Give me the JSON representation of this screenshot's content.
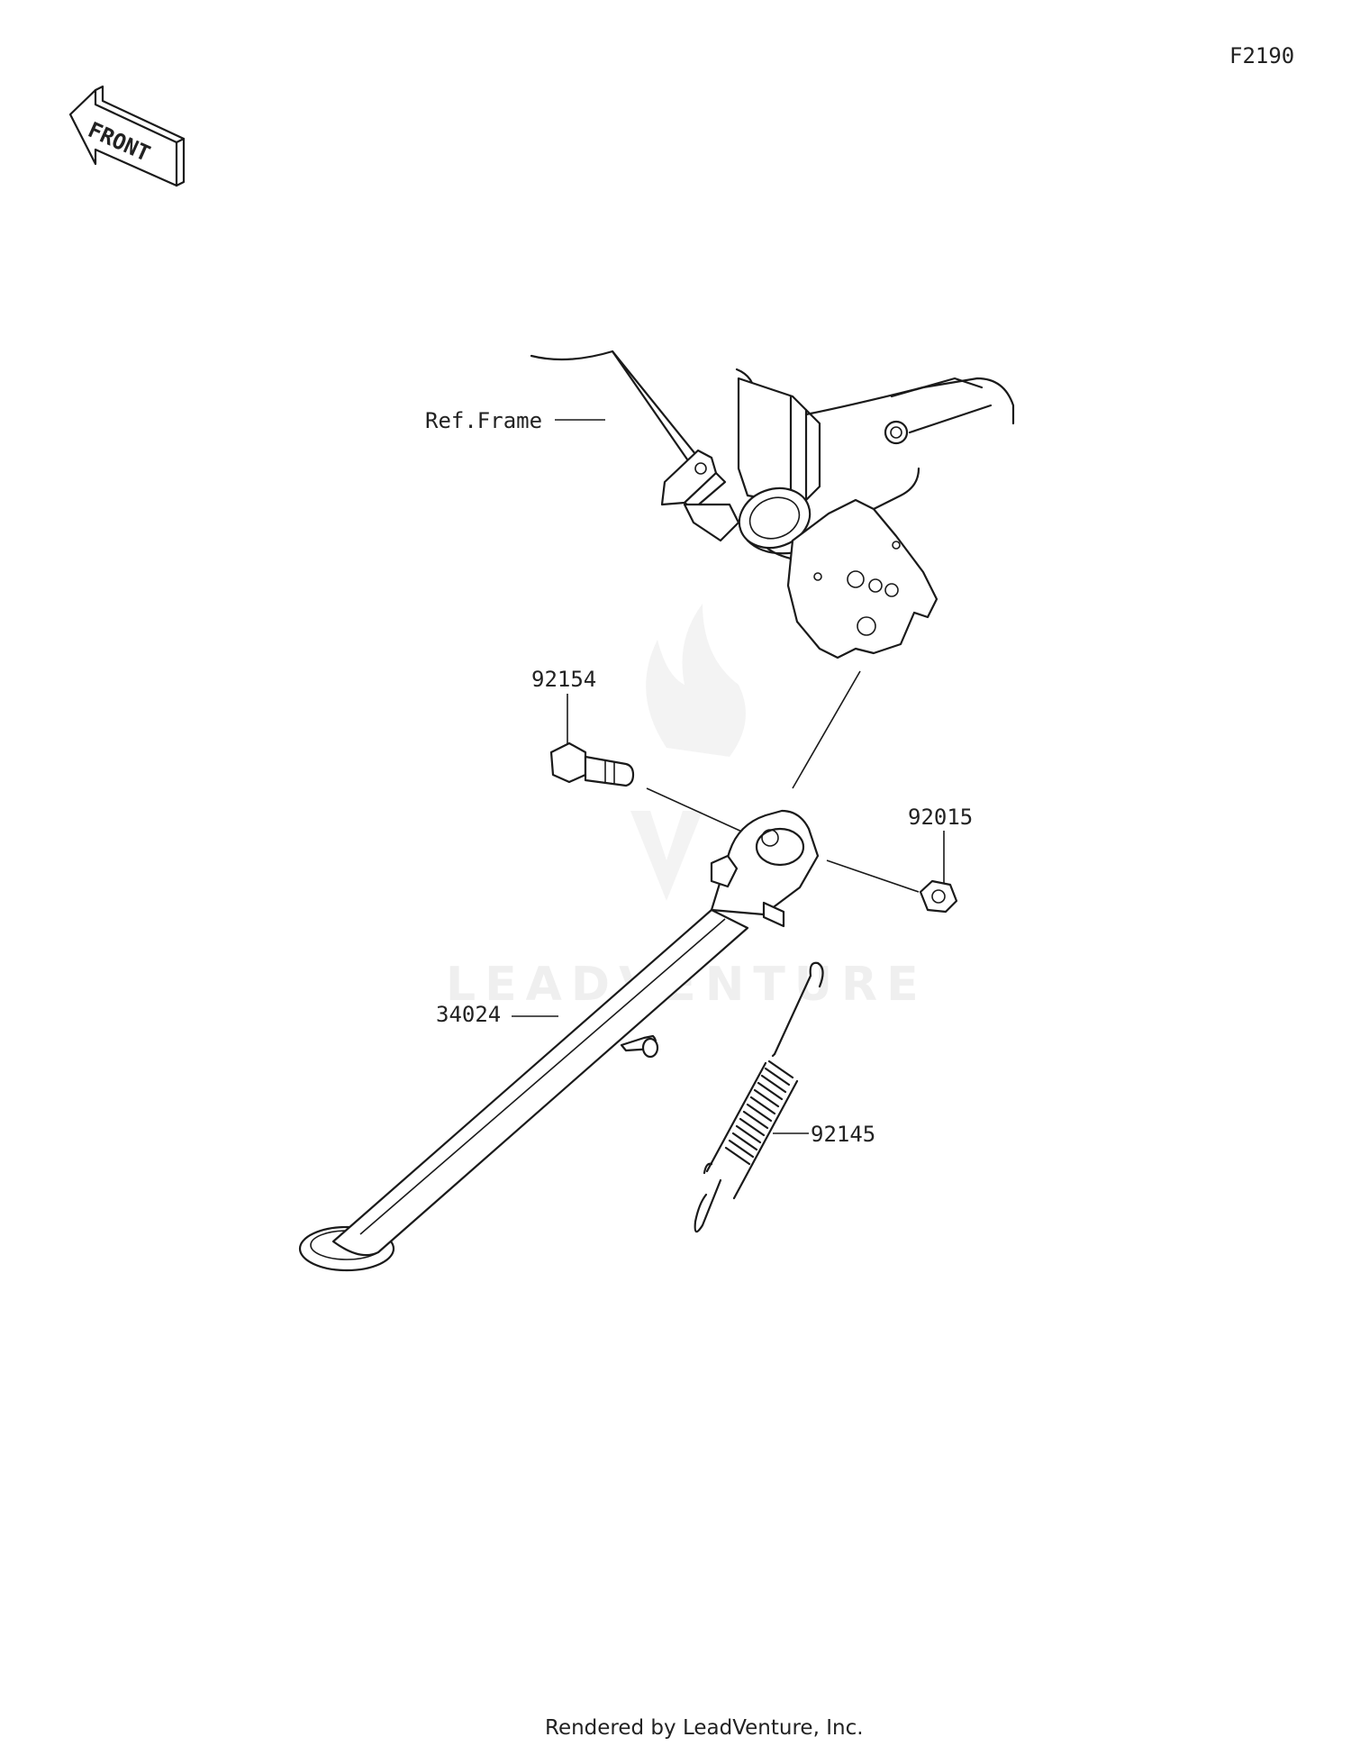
{
  "diagram_code": "F2190",
  "front_label": "FRONT",
  "callouts": {
    "ref_frame": "Ref.Frame",
    "bolt": "92154",
    "nut": "92015",
    "stand": "34024",
    "spring": "92145"
  },
  "watermark": "LEADVENTURE",
  "footer": "Rendered by LeadVenture, Inc."
}
